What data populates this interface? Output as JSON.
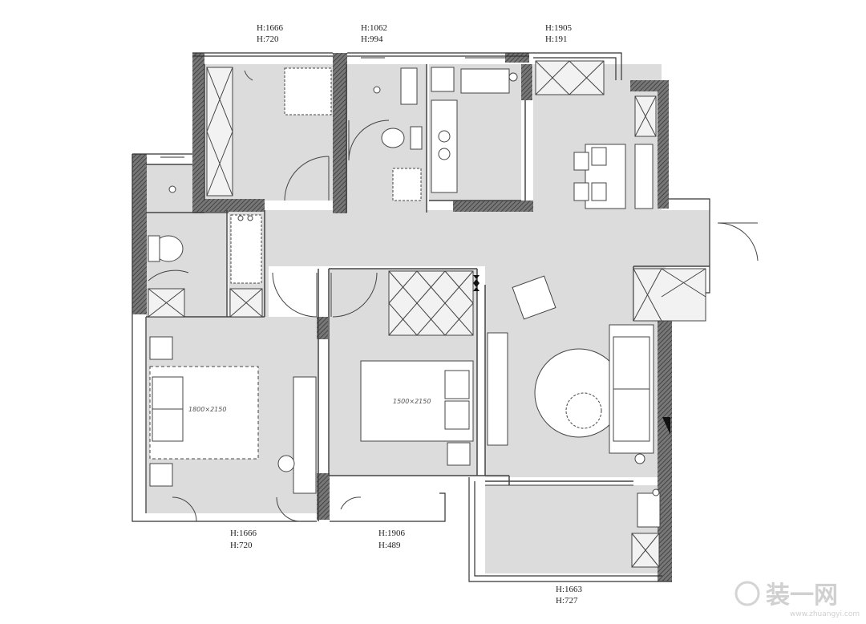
{
  "dimension_labels": {
    "top_left": {
      "h1": "H:1666",
      "h2": "H:720"
    },
    "top_center": {
      "h1": "H:1062",
      "h2": "H:994"
    },
    "top_right": {
      "h1": "H:1905",
      "h2": "H:191"
    },
    "bottom_left": {
      "h1": "H:1666",
      "h2": "H:720"
    },
    "bottom_center": {
      "h1": "H:1906",
      "h2": "H:489"
    },
    "bottom_right": {
      "h1": "H:1663",
      "h2": "H:727"
    }
  },
  "bed_sizes": {
    "master": "1800×2150",
    "second": "1500×2150"
  },
  "watermark": {
    "text": "装一网",
    "url": "www.zhuangyi.com"
  },
  "colors": {
    "floor": "#dcdcdc",
    "wall": "#444444",
    "line": "#333333",
    "background": "#ffffff"
  }
}
